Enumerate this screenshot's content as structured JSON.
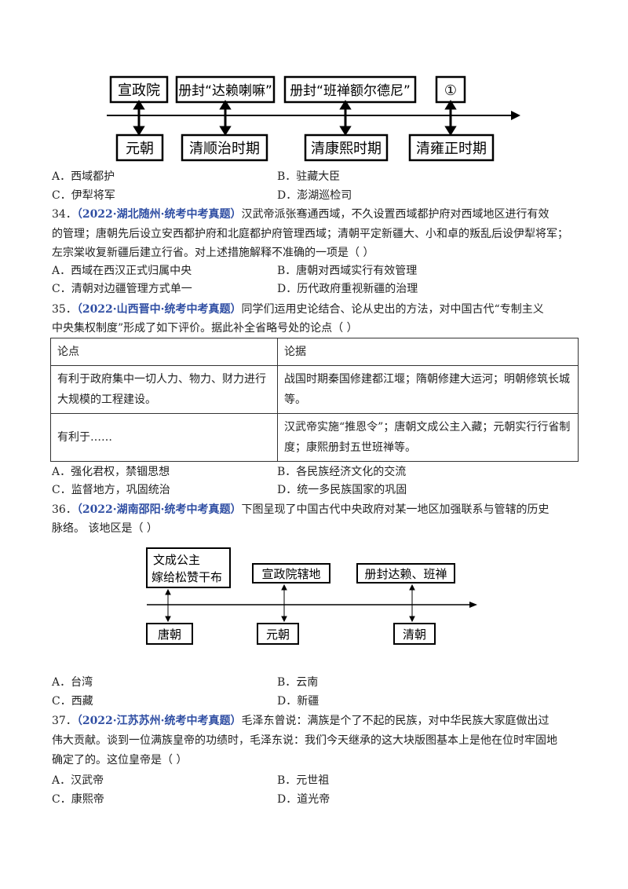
{
  "diagram1": {
    "top_boxes": [
      "宣政院",
      "册封“达赖喇嘛”",
      "册封“班禅额尔德尼”",
      "①"
    ],
    "bottom_boxes": [
      "元朝",
      "清顺治时期",
      "清康熙时期",
      "清雍正时期"
    ]
  },
  "q33": {
    "options": [
      "A．西域都护",
      "B．驻藏大臣",
      "C．伊犁将军",
      "D．澎湖巡检司"
    ]
  },
  "q34": {
    "number": "34．",
    "source": "（2022·湖北随州·统考中考真题）",
    "stem_1": "汉武帝派张骞通西域，不久设置西域都护府对西域地区进行有效",
    "stem_2": "的管理；唐朝先后设立安西都护府和北庭都护府管理西域；清朝平定新疆大、小和卓的叛乱后设伊犁将军；",
    "stem_3": "左宗棠收复新疆后建立行省。对上述措施解释不准确的一项是（          ）",
    "options": [
      "A．西域在西汉正式归属中央",
      "B．唐朝对西域实行有效管理",
      "C．清朝对边疆管理方式单一",
      "D．历代政府重视新疆的治理"
    ]
  },
  "q35": {
    "number": "35．",
    "source": "（2022·山西晋中·统考中考真题）",
    "stem_1": "同学们运用史论结合、论从史出的方法，对中国古代“专制主义",
    "stem_2": "中央集权制度”形成了如下评价。据此补全省略号处的论点（          ）",
    "table": {
      "headers": [
        "论点",
        "论据"
      ],
      "rows": [
        [
          "有利于政府集中一切人力、物力、财力进行大规模的工程建设。",
          "战国时期秦国修建都江堰；隋朝修建大运河；明朝修筑长城等。"
        ],
        [
          "有利于……",
          "汉武帝实施“推恩令”；唐朝文成公主入藏；元朝实行行省制度；康熙册封五世班禅等。"
        ]
      ]
    },
    "options": [
      "A．强化君权，禁锢思想",
      "B．各民族经济文化的交流",
      "C．监督地方，巩固统治",
      "D．统一多民族国家的巩固"
    ]
  },
  "q36": {
    "number": "36．",
    "source": "（2022·湖南邵阳·统考中考真题）",
    "stem_1": "下图呈现了中国古代中央政府对某一地区加强联系与管辖的历史",
    "stem_2": "脉络。 该地区是（          ）",
    "diagram": {
      "top_boxes": [
        "文成公主",
        "嫁给松赞干布",
        "宣政院辖地",
        "册封达赖、班禅"
      ],
      "bottom_boxes": [
        "唐朝",
        "元朝",
        "清朝"
      ]
    },
    "options": [
      "A．台湾",
      "B．云南",
      "C．西藏",
      "D．新疆"
    ]
  },
  "q37": {
    "number": "37．",
    "source": "（2022·江苏苏州·统考中考真题）",
    "stem_1": "毛泽东曾说：满族是个了不起的民族，对中华民族大家庭做出过",
    "stem_2": "伟大贡献。谈到一位满族皇帝的功绩时，毛泽东说：我们今天继承的这大块版图基本上是他在位时牢固地",
    "stem_3": "确定了的。这位皇帝是（          ）",
    "options": [
      "A．汉武帝",
      "B．元世祖",
      "C．康熙帝",
      "D．道光帝"
    ]
  }
}
